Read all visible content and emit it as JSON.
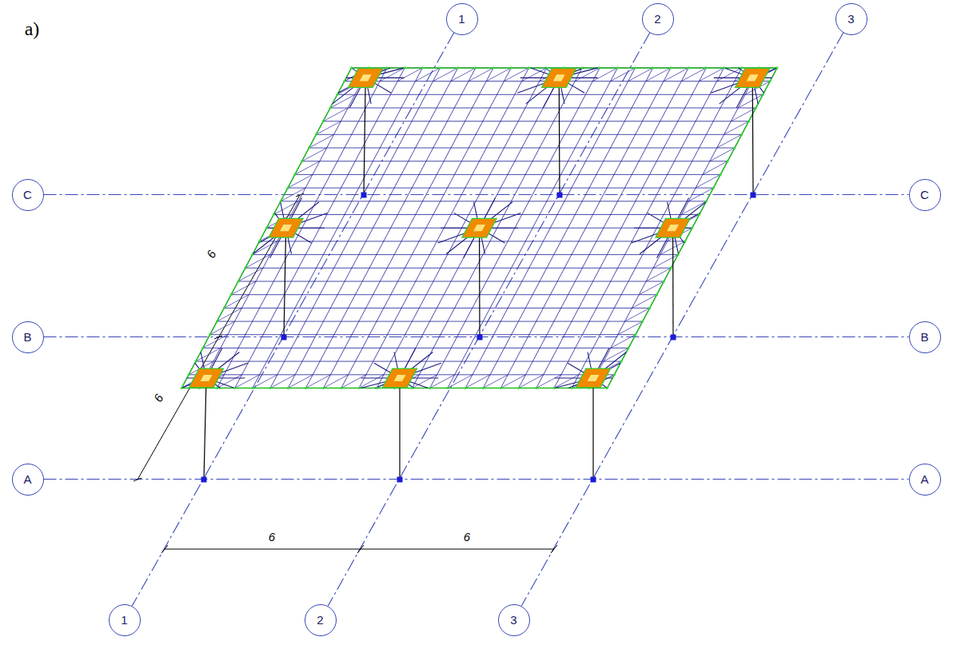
{
  "diagram": {
    "nodes": [
      {
        "text": [
          "1"
        ]
      },
      {
        "text": [
          "2"
        ]
      },
      {
        "text": [
          "3"
        ]
      },
      {
        "text": [
          "C"
        ]
      },
      {
        "text": [
          "C"
        ]
      },
      {
        "text": [
          "B"
        ]
      },
      {
        "text": [
          "B"
        ]
      },
      {
        "text": [
          "A"
        ]
      },
      {
        "text": [
          "A"
        ]
      },
      {
        "text": [
          "1"
        ]
      },
      {
        "text": [
          "2"
        ]
      },
      {
        "text": [
          "3"
        ]
      }
    ],
    "edges": [
      {
        "from": 0,
        "to": 9,
        "arrow": "none"
      },
      {
        "from": 1,
        "to": 10,
        "arrow": "none"
      },
      {
        "from": 2,
        "to": 11,
        "arrow": "none"
      },
      {
        "from": 3,
        "to": 4,
        "arrow": "none"
      },
      {
        "from": 5,
        "to": 6,
        "arrow": "none"
      },
      {
        "from": 7,
        "to": 8,
        "arrow": "none"
      }
    ],
    "labels": [
      "a)",
      "6",
      "6",
      "6",
      "6"
    ]
  }
}
